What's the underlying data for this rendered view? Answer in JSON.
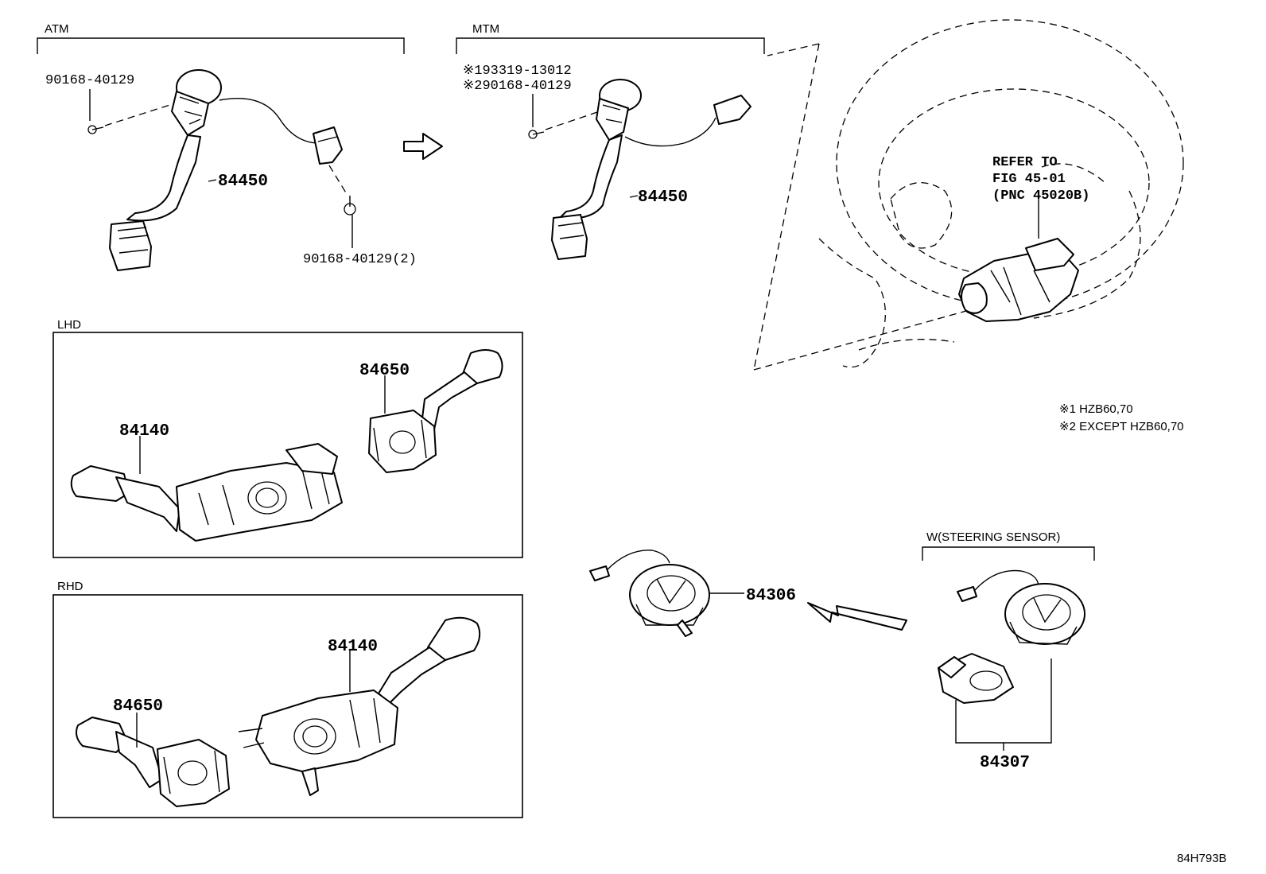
{
  "groups": {
    "atm": "ATM",
    "mtm": "MTM",
    "lhd": "LHD",
    "rhd": "RHD",
    "steering_sensor": "W(STEERING SENSOR)"
  },
  "parts": {
    "atm_screw_top": "90168-40129",
    "atm_harness": "84450",
    "atm_screw_bottom": "90168-40129(2)",
    "mtm_screw_note_1": "※193319-13012",
    "mtm_screw_note_2": "※290168-40129",
    "mtm_harness": "84450",
    "lhd_wiper_switch": "84650",
    "lhd_turn_switch": "84140",
    "rhd_turn_switch": "84140",
    "rhd_wiper_switch": "84650",
    "spiral_cable": "84306",
    "sensor_subassy": "84307"
  },
  "reference": {
    "line1": "REFER TO",
    "line2": "FIG 45-01",
    "line3": "(PNC 45020B)"
  },
  "notes": {
    "note1": "※1 HZB60,70",
    "note2": "※2 EXCEPT HZB60,70"
  },
  "diagram_id": "84H793B"
}
